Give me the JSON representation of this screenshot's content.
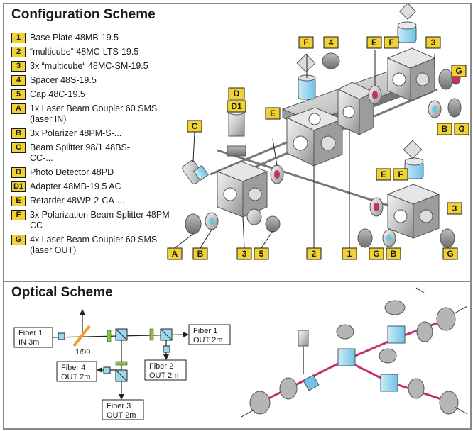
{
  "config": {
    "title": "Configuration Scheme",
    "items": [
      {
        "badge": "1",
        "text": "Base Plate 48MB-19.5"
      },
      {
        "badge": "2",
        "text": "“multicube“ 48MC-LTS-19.5"
      },
      {
        "badge": "3",
        "text": "3x “multicube“ 48MC-SM-19.5"
      },
      {
        "badge": "4",
        "text": "Spacer 48S-19.5"
      },
      {
        "badge": "5",
        "text": "Cap 48C-19.5"
      },
      {
        "badge": "A",
        "text": "1x Laser Beam Coupler 60 SMS (laser IN)"
      },
      {
        "badge": "B",
        "text": "3x Polarizer 48PM-S-..."
      },
      {
        "badge": "C",
        "text": "Beam Splitter 98/1 48BS-CC-..."
      },
      {
        "badge": "D",
        "text": "Photo Detector 48PD"
      },
      {
        "badge": "D1",
        "text": "Adapter 48MB-19.5 AC"
      },
      {
        "badge": "E",
        "text": "Retarder 48WP-2-CA-..."
      },
      {
        "badge": "F",
        "text": "3x Polarization Beam Splitter 48PM-CC"
      },
      {
        "badge": "G",
        "text": "4x Laser Beam Coupler 60 SMS (laser OUT)"
      }
    ],
    "callouts": {
      "F_top": "F",
      "n4": "4",
      "E_top": "E",
      "F_top2": "F",
      "n3_top": "3",
      "G_top": "G",
      "D": "D",
      "D1": "D1",
      "E_mid": "E",
      "C": "C",
      "B_right": "B",
      "G_right": "G",
      "E_low": "E",
      "F_low": "F",
      "n3_low": "3",
      "A": "A",
      "B_low": "B",
      "n3_bottom": "3",
      "n5": "5",
      "n2": "2",
      "n1": "1",
      "G_low1": "G",
      "B_low2": "B",
      "G_low2": "G"
    }
  },
  "optical": {
    "title": "Optical Scheme",
    "fiber1_in": [
      "Fiber 1",
      "IN 3m"
    ],
    "fiber1_out": [
      "Fiber 1",
      "OUT 2m"
    ],
    "fiber2_out": [
      "Fiber 2",
      "OUT 2m"
    ],
    "fiber3_out": [
      "Fiber 3",
      "OUT 2m"
    ],
    "fiber4_out": [
      "Fiber 4",
      "OUT 2m"
    ],
    "splitter_ratio": "1/99"
  },
  "colors": {
    "badge_fill": "#f2d232",
    "frame": "#8a8a8a",
    "beam": "#c0306a",
    "splitter": "#f0a020",
    "polarizer": "#8cc63f",
    "cube": "#9bd8f0"
  }
}
